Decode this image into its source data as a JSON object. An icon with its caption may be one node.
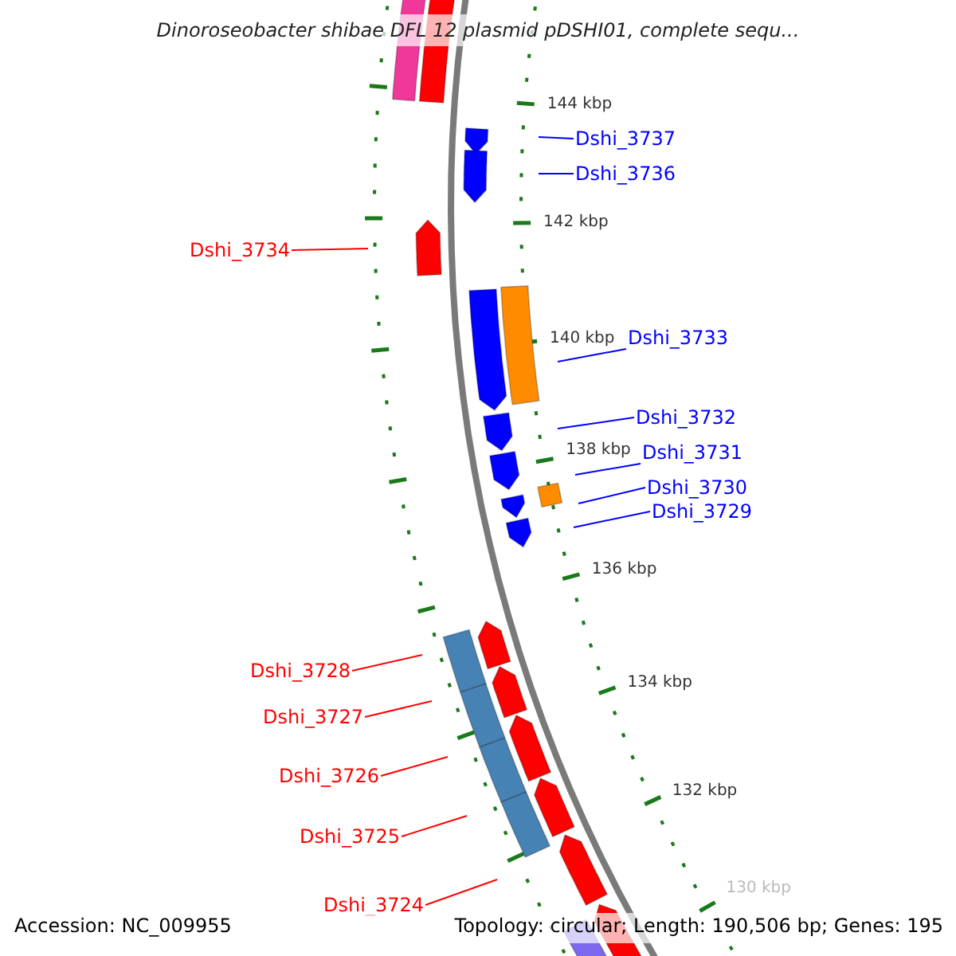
{
  "diagram": {
    "title": "Dinoroseobacter shibae DFL 12 plasmid pDSHI01, complete sequ...",
    "nodes": [
      {
        "text": [
          "Dshi_3737"
        ]
      },
      {
        "text": [
          "Dshi_3736"
        ]
      },
      {
        "text": [
          "Dshi_3734"
        ]
      },
      {
        "text": [
          "Dshi_3733"
        ]
      },
      {
        "text": [
          "Dshi_3732"
        ]
      },
      {
        "text": [
          "Dshi_3731"
        ]
      },
      {
        "text": [
          "Dshi_3730"
        ]
      },
      {
        "text": [
          "Dshi_3729"
        ]
      },
      {
        "text": [
          "Dshi_3728"
        ]
      },
      {
        "text": [
          "Dshi_3727"
        ]
      },
      {
        "text": [
          "Dshi_3726"
        ]
      },
      {
        "text": [
          "Dshi_3725"
        ]
      },
      {
        "text": [
          "Dshi_3724"
        ]
      }
    ],
    "edges": [
      {
        "from": 0,
        "to": null,
        "arrow": "none"
      },
      {
        "from": 1,
        "to": null,
        "arrow": "none"
      },
      {
        "from": 2,
        "to": null,
        "arrow": "none",
        "color": "#ff0000"
      },
      {
        "from": 3,
        "to": null,
        "arrow": "none"
      },
      {
        "from": 4,
        "to": null,
        "arrow": "none"
      },
      {
        "from": 5,
        "to": null,
        "arrow": "none"
      },
      {
        "from": 6,
        "to": null,
        "arrow": "none"
      },
      {
        "from": 7,
        "to": null,
        "arrow": "none"
      },
      {
        "from": 8,
        "to": null,
        "arrow": "none",
        "color": "#ff0000"
      },
      {
        "from": 9,
        "to": null,
        "arrow": "none",
        "color": "#ff0000"
      },
      {
        "from": 10,
        "to": null,
        "arrow": "none",
        "color": "#ff0000"
      },
      {
        "from": 11,
        "to": null,
        "arrow": "none",
        "color": "#ff0000"
      },
      {
        "from": 12,
        "to": null,
        "arrow": "none",
        "color": "#ff0000"
      }
    ],
    "labels": [
      "144 kbp",
      "142 kbp",
      "140 kbp",
      "138 kbp",
      "136 kbp",
      "134 kbp",
      "132 kbp",
      "130 kbp",
      "Accession: NC_009955",
      "Topology: circular; Length: 190,506 bp; Genes: 195"
    ]
  }
}
